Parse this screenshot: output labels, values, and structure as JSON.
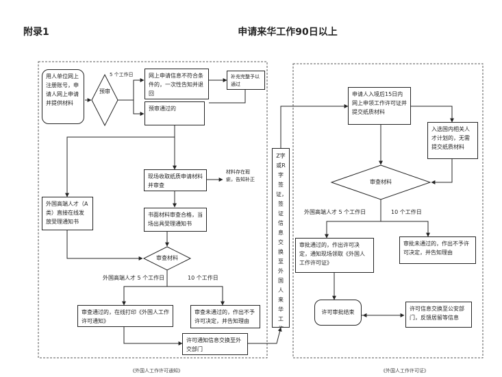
{
  "header": {
    "appendix": "附录1",
    "title": "申请来华工作90日以上"
  },
  "left": {
    "employer_register": "用人单位网上注册账号，申请人网上申请并提供材料",
    "days_5": "5 个工作日",
    "pre_review": "预审",
    "not_compliant": "网上申请信息不符合条件的，一次性告知并退回",
    "supplement": "补充完整予以通过",
    "pre_passed": "预审通过的",
    "onsite_collect": "现场收取纸质申请材料并审查",
    "incomplete": "材料存在瑕疵，告知补正",
    "class_a_direct": "外国高端人才（A类）直接在线发放受理通知书",
    "written_pass": "书面材料审查合格，当场出具受理通知书",
    "review": "审查材料",
    "highend_days": "外国高端人才 5 个工作日",
    "ten_days": "10 个工作日",
    "approved_print": "审查通过的，在线打印《外国人工作许可通知》",
    "rejected": "审查未通过的，作出不予许可决定，并告知理由",
    "notify_foreign": "许可通知信息交换至外交部门",
    "caption": "《外国人工作许可通知》"
  },
  "middle": {
    "visa_exchange": "Z字或R字签证，签证信息交换至外国人来华工作管理部门"
  },
  "right": {
    "entry_15": "申请人入境后15日内网上申领工作许可证并提交纸质材料",
    "talent_plan": "入选国内相关人才计划的，无需提交纸质材料",
    "review": "审查材料",
    "highend_days": "外国高端人才 5 个工作日",
    "ten_days": "10 个工作日",
    "approved": "审批通过的，作出许可决定，通知现场领取《外国人工作许可证》",
    "rejected": "审批未通过的，作出不予许可决定，并告知理由",
    "end": "许可审批结束",
    "info_exchange": "许可信息交换至公安部门，反馈居留等信息",
    "caption": "《外国人工作许可证》"
  }
}
